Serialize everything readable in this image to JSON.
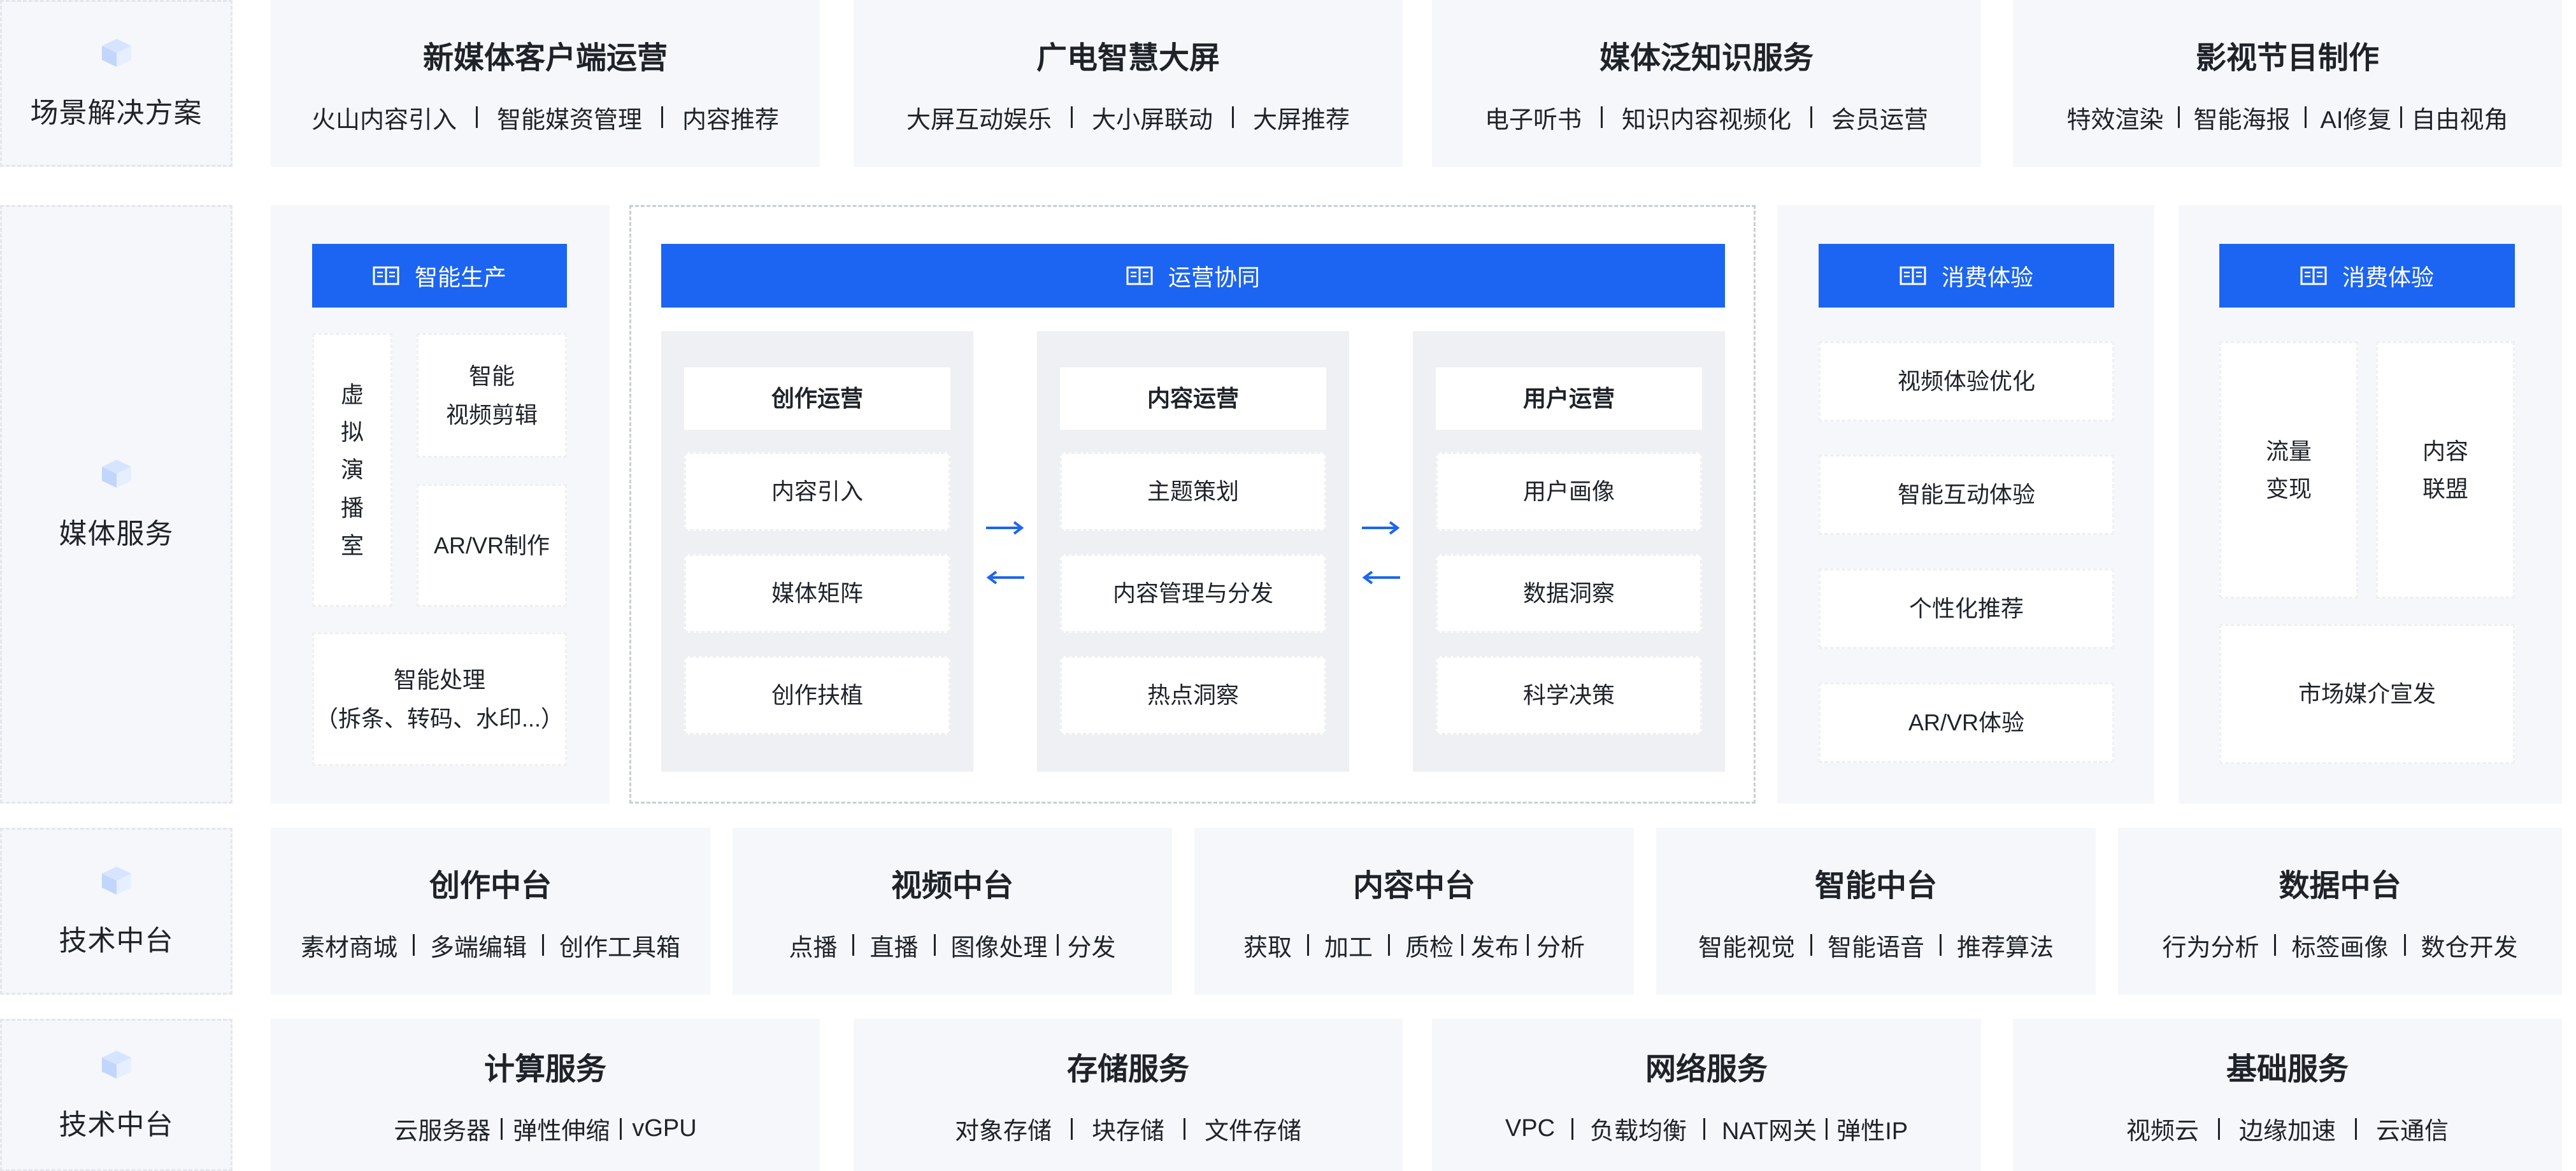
{
  "colors": {
    "accent": "#1c64f2",
    "panel_bg": "#f5f7fa",
    "text": "#1f2329"
  },
  "icons": {
    "row_icon": "cube-icon",
    "bar_icon": "book-icon",
    "flow_arrow": "arrow-icon"
  },
  "rows": {
    "scene": "场景解决方案",
    "media": "媒体服务",
    "tech1": "技术中台",
    "tech2": "技术中台"
  },
  "scene_cards": [
    {
      "title": "新媒体客户端运营",
      "items": [
        "火山内容引入",
        "智能媒资管理",
        "内容推荐"
      ]
    },
    {
      "title": "广电智慧大屏",
      "items": [
        "大屏互动娱乐",
        "大小屏联动",
        "大屏推荐"
      ]
    },
    {
      "title": "媒体泛知识服务",
      "items": [
        "电子听书",
        "知识内容视频化",
        "会员运营"
      ]
    },
    {
      "title": "影视节目制作",
      "items": [
        "特效渲染",
        "智能海报",
        "AI修复",
        "自由视角"
      ]
    }
  ],
  "production": {
    "header": "智能生产",
    "virtual_studio": [
      "虚",
      "拟",
      "演",
      "播",
      "室"
    ],
    "video_edit": [
      "智能",
      "视频剪辑"
    ],
    "arvr": "AR/VR制作",
    "processing": [
      "智能处理",
      "（拆条、转码、水印...）"
    ]
  },
  "operations": {
    "header": "运营协同",
    "columns": [
      {
        "title": "创作运营",
        "items": [
          "内容引入",
          "媒体矩阵",
          "创作扶植"
        ]
      },
      {
        "title": "内容运营",
        "items": [
          "主题策划",
          "内容管理与分发",
          "热点洞察"
        ]
      },
      {
        "title": "用户运营",
        "items": [
          "用户画像",
          "数据洞察",
          "科学决策"
        ]
      }
    ]
  },
  "consumer1": {
    "header": "消费体验",
    "items": [
      "视频体验优化",
      "智能互动体验",
      "个性化推荐",
      "AR/VR体验"
    ]
  },
  "consumer2": {
    "header": "消费体验",
    "traffic": [
      "流量",
      "变现"
    ],
    "alliance": [
      "内容",
      "联盟"
    ],
    "market": "市场媒介宣发"
  },
  "platform_cards": [
    {
      "title": "创作中台",
      "items": [
        "素材商城",
        "多端编辑",
        "创作工具箱"
      ]
    },
    {
      "title": "视频中台",
      "items": [
        "点播",
        "直播",
        "图像处理",
        "分发"
      ]
    },
    {
      "title": "内容中台",
      "items": [
        "获取",
        "加工",
        "质检",
        "发布",
        "分析"
      ]
    },
    {
      "title": "智能中台",
      "items": [
        "智能视觉",
        "智能语音",
        "推荐算法"
      ]
    },
    {
      "title": "数据中台",
      "items": [
        "行为分析",
        "标签画像",
        "数仓开发"
      ]
    }
  ],
  "infra_cards": [
    {
      "title": "计算服务",
      "items": [
        "云服务器",
        "弹性伸缩",
        "vGPU"
      ]
    },
    {
      "title": "存储服务",
      "items": [
        "对象存储",
        "块存储",
        "文件存储"
      ]
    },
    {
      "title": "网络服务",
      "items": [
        "VPC",
        "负载均衡",
        "NAT网关",
        "弹性IP"
      ]
    },
    {
      "title": "基础服务",
      "items": [
        "视频云",
        "边缘加速",
        "云通信"
      ]
    }
  ]
}
